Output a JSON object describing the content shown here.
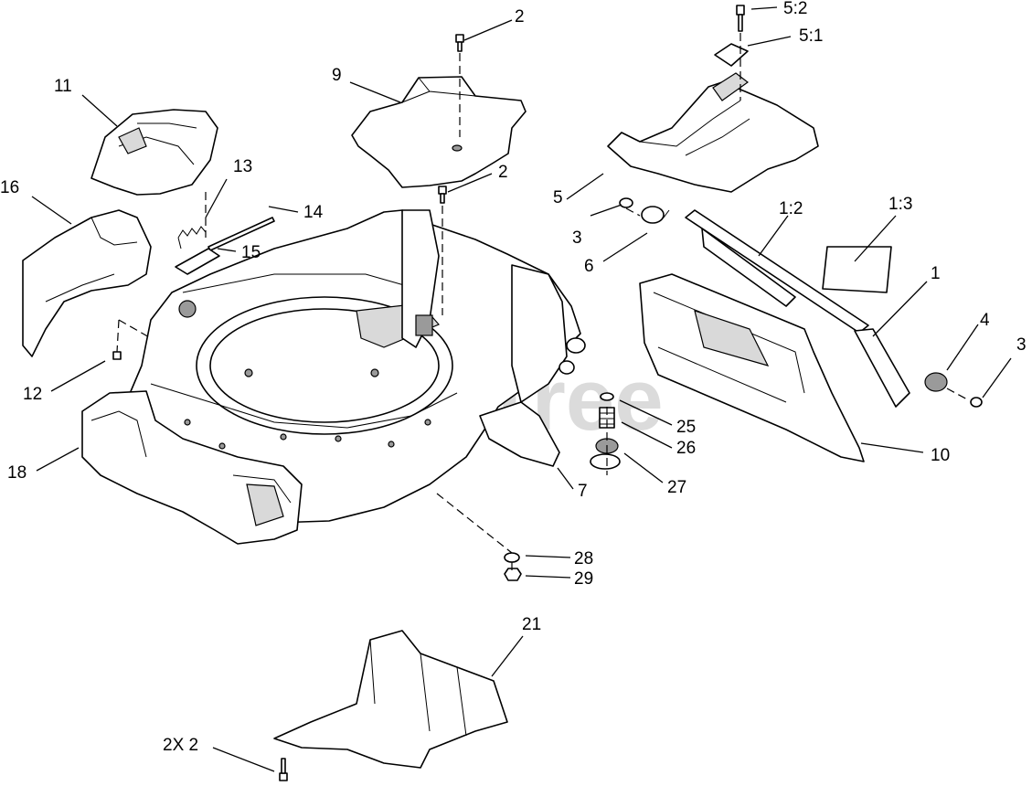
{
  "watermark": "PartsTree",
  "callouts": {
    "c_2a": "2",
    "c_52": "5:2",
    "c_51": "5:1",
    "c_9": "9",
    "c_11": "11",
    "c_13": "13",
    "c_2b": "2",
    "c_16": "16",
    "c_14": "14",
    "c_15": "15",
    "c_5": "5",
    "c_12": "1:2",
    "c_13b": "1:3",
    "c_3a": "3",
    "c_6": "6",
    "c_1": "1",
    "c_4": "4",
    "c_3b": "3",
    "c_12b": "12",
    "c_18": "18",
    "c_25": "25",
    "c_26": "26",
    "c_10": "10",
    "c_7": "7",
    "c_27": "27",
    "c_28": "28",
    "c_29": "29",
    "c_21": "21",
    "c_2x2": "2X 2"
  }
}
